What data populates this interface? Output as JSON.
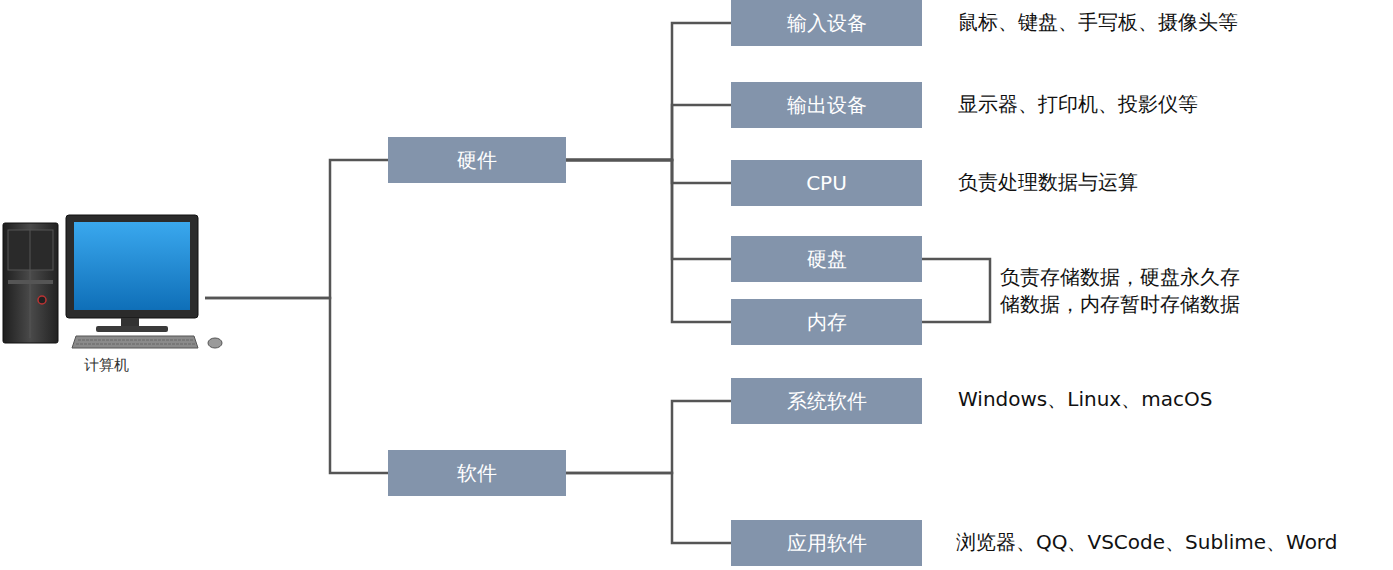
{
  "diagram": {
    "nodes": [
      {
        "text": [
          "计算机"
        ]
      },
      {
        "text": [
          "硬件"
        ]
      },
      {
        "text": [
          "软件"
        ]
      },
      {
        "text": [
          "输入设备"
        ]
      },
      {
        "text": [
          "输出设备"
        ]
      },
      {
        "text": [
          "CPU"
        ]
      },
      {
        "text": [
          "硬盘"
        ]
      },
      {
        "text": [
          "内存"
        ]
      },
      {
        "text": [
          "系统软件"
        ]
      },
      {
        "text": [
          "应用软件"
        ]
      }
    ],
    "edges": [
      {
        "from": 0,
        "to": 1,
        "arrow": "none"
      },
      {
        "from": 0,
        "to": 2,
        "arrow": "none"
      },
      {
        "from": 1,
        "to": 3,
        "arrow": "none"
      },
      {
        "from": 1,
        "to": 4,
        "arrow": "none"
      },
      {
        "from": 1,
        "to": 5,
        "arrow": "none"
      },
      {
        "from": 1,
        "to": 6,
        "arrow": "none"
      },
      {
        "from": 1,
        "to": 7,
        "arrow": "none"
      },
      {
        "from": 2,
        "to": 8,
        "arrow": "none"
      },
      {
        "from": 2,
        "to": 9,
        "arrow": "none"
      }
    ],
    "labels": [
      "鼠标、键盘、手写板、摄像头等",
      "显示器、打印机、投影仪等",
      "负责处理数据与运算",
      "负责存储数据，硬盘永久存储数据，内存暂时存储数据",
      "Windows、Linux、macOS",
      "浏览器、QQ、VSCode、Sublime、Word"
    ]
  }
}
